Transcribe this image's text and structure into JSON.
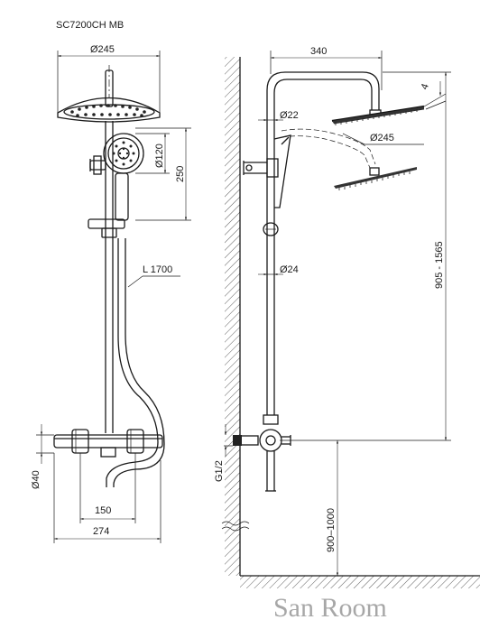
{
  "title": "SC7200CH MB",
  "watermark": "San Room",
  "front_view": {
    "head_diameter": "Ø245",
    "handshower_diameter": "Ø120",
    "handshower_height": "250",
    "hose_length": "L 1700",
    "mixer_diameter": "Ø40",
    "inner_width": "150",
    "outer_width": "274"
  },
  "side_view": {
    "arm_reach": "340",
    "arm_tube_diameter": "Ø22",
    "head_diameter": "Ø245",
    "head_thickness": "4",
    "riser_diameter": "Ø24",
    "height_range": "905 - 1565",
    "thread": "G1/2",
    "install_height": "900–1000"
  }
}
